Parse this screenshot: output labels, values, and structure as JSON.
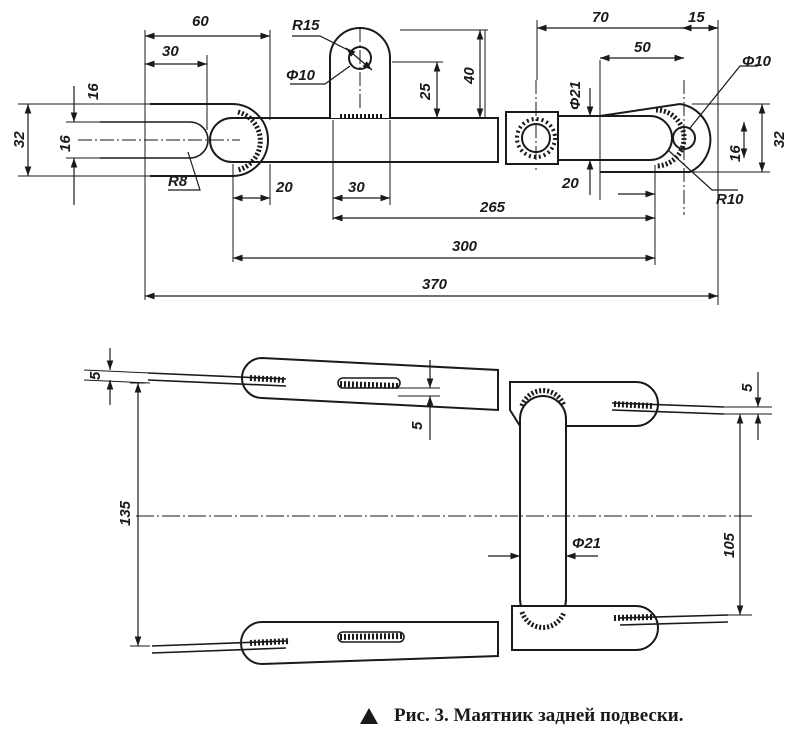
{
  "caption": {
    "text": "Рис. 3. Маятник задней подвески.",
    "marker_icon": "triangle-icon"
  },
  "plan_view": {
    "dimensions": {
      "d60": "60",
      "d30_top": "30",
      "r15": "R15",
      "phi10_left": "Φ10",
      "d25": "25",
      "d40": "40",
      "d70": "70",
      "d15": "15",
      "d50": "50",
      "phi21_top": "Φ21",
      "phi10_right": "Φ10",
      "d32_left": "32",
      "d16_left_a": "16",
      "d16_left_b": "16",
      "r8": "R8",
      "d20_left": "20",
      "d30_bottom": "30",
      "d32_right": "32",
      "d16_right": "16",
      "d20_right": "20",
      "r10": "R10",
      "d265": "265",
      "d300": "300",
      "d370": "370"
    }
  },
  "side_view": {
    "dimensions": {
      "d5_top_left": "5",
      "d5_middle": "5",
      "d5_right": "5",
      "d135": "135",
      "d105": "105",
      "phi21": "Φ21"
    }
  },
  "colors": {
    "ink": "#1a1a1a",
    "paper": "#ffffff"
  }
}
